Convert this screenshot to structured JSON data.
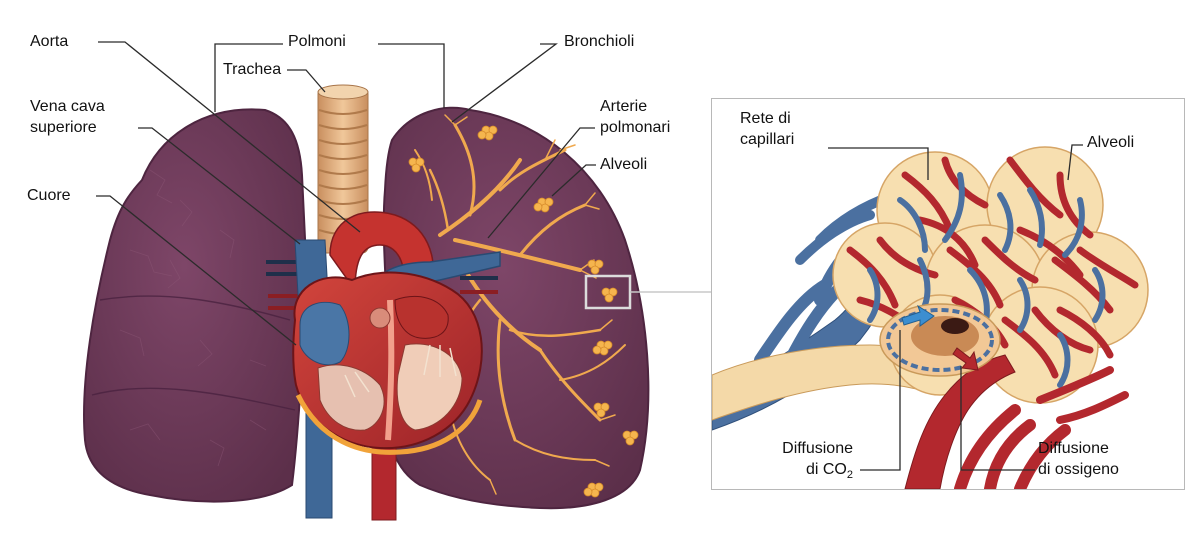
{
  "labels": {
    "aorta": "Aorta",
    "polmoni": "Polmoni",
    "trachea": "Trachea",
    "bronchioli": "Bronchioli",
    "vena_cava_1": "Vena cava",
    "vena_cava_2": "superiore",
    "arterie_1": "Arterie",
    "arterie_2": "polmonari",
    "alveoli_main": "Alveoli",
    "cuore": "Cuore",
    "rete_1": "Rete di",
    "rete_2": "capillari",
    "alveoli_inset": "Alveoli",
    "diff_co2_1": "Diffusione",
    "diff_co2_2": "di CO",
    "diff_co2_sub": "2",
    "diff_o2_1": "Diffusione",
    "diff_o2_2": "di ossigeno"
  },
  "colors": {
    "lung": "#6e3a58",
    "lung_edge": "#5a2c47",
    "bronchi": "#f0a94e",
    "vein": "#3f6897",
    "artery": "#b3282e",
    "alveolus": "#f7dfb0",
    "trachea": "#e3b284"
  }
}
